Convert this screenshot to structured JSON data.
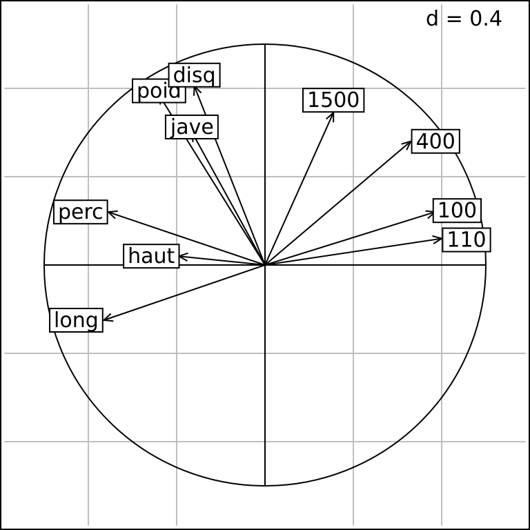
{
  "chart_data": {
    "type": "scatter",
    "plot_kind": "correlation circle",
    "scale_label": "d = 0.4",
    "grid_step": 0.4,
    "xlim": [
      -1.2,
      1.2
    ],
    "ylim": [
      -1.2,
      1.2
    ],
    "grid": true,
    "unit_circle": true,
    "variables": [
      {
        "name": "poid",
        "x": -0.48,
        "y": 0.77
      },
      {
        "name": "disq",
        "x": -0.32,
        "y": 0.81
      },
      {
        "name": "jave",
        "x": -0.33,
        "y": 0.6
      },
      {
        "name": "1500",
        "x": 0.31,
        "y": 0.69
      },
      {
        "name": "400",
        "x": 0.66,
        "y": 0.56
      },
      {
        "name": "perc",
        "x": -0.71,
        "y": 0.24
      },
      {
        "name": "100",
        "x": 0.77,
        "y": 0.24
      },
      {
        "name": "110",
        "x": 0.8,
        "y": 0.12
      },
      {
        "name": "haut",
        "x": -0.39,
        "y": 0.04
      },
      {
        "name": "long",
        "x": -0.73,
        "y": -0.25
      }
    ]
  }
}
